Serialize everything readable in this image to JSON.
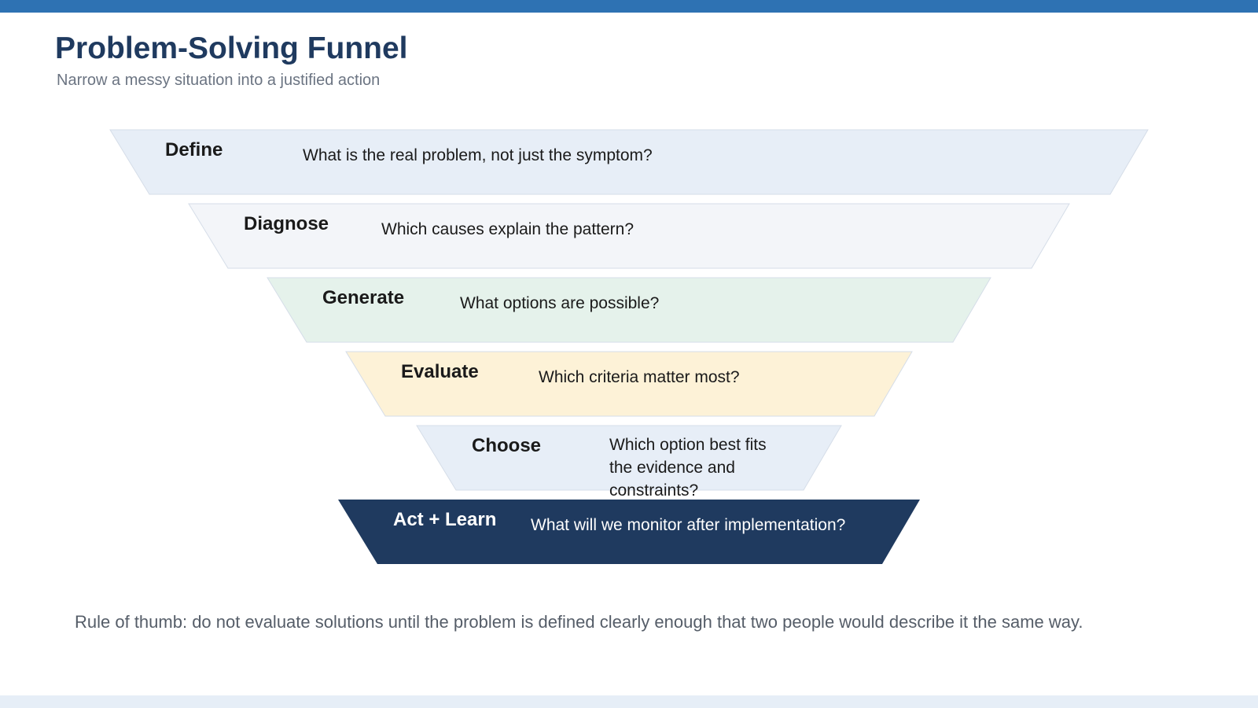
{
  "header": {
    "title": "Problem-Solving Funnel",
    "subtitle": "Narrow a messy situation into a justified action"
  },
  "stages": [
    {
      "label": "Define",
      "question": [
        "What is the real problem, not just the symptom?"
      ],
      "fill": "#e7eef7",
      "text_color": "#1a1a1a"
    },
    {
      "label": "Diagnose",
      "question": [
        "Which causes explain the pattern?"
      ],
      "fill": "#f3f5f9",
      "text_color": "#1a1a1a"
    },
    {
      "label": "Generate",
      "question": [
        "What options are possible?"
      ],
      "fill": "#e5f2eb",
      "text_color": "#1a1a1a"
    },
    {
      "label": "Evaluate",
      "question": [
        "Which criteria matter most?"
      ],
      "fill": "#fdf2d7",
      "text_color": "#1a1a1a"
    },
    {
      "label": "Choose",
      "question": [
        "Which option best fits",
        "the evidence and",
        "constraints?"
      ],
      "fill": "#e7eef7",
      "text_color": "#1a1a1a"
    },
    {
      "label": "Act + Learn",
      "question": [
        "What will we monitor after implementation?"
      ],
      "fill": "#1f3a5f",
      "text_color": "#ffffff"
    }
  ],
  "footnote": "Rule of thumb: do not evaluate solutions until the problem is defined clearly enough that two people would describe it the same way.",
  "colors": {
    "top_bar": "#2e72b3",
    "bottom_bar": "#e6eef7",
    "title": "#1f3a5f",
    "subtitle": "#6b7482",
    "footnote": "#555d68",
    "stage_border": "#d5dde8"
  }
}
